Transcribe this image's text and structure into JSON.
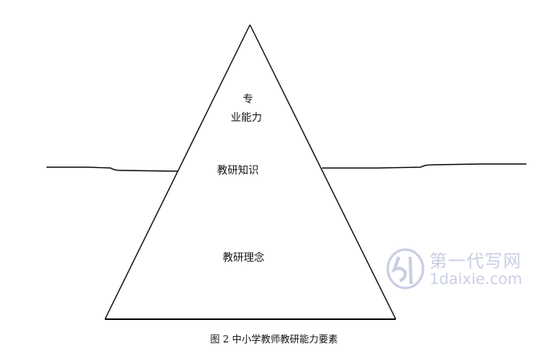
{
  "diagram": {
    "apex_label_line1": "专",
    "apex_label_line2": "业能力",
    "waterline_label": "教研知识",
    "base_label": "教研理念",
    "caption": "图 2  中小学教师教研能力要素"
  },
  "watermark": {
    "logo": "51-logo",
    "text_cn": "第一代写网",
    "text_en": "1daixie.com"
  }
}
